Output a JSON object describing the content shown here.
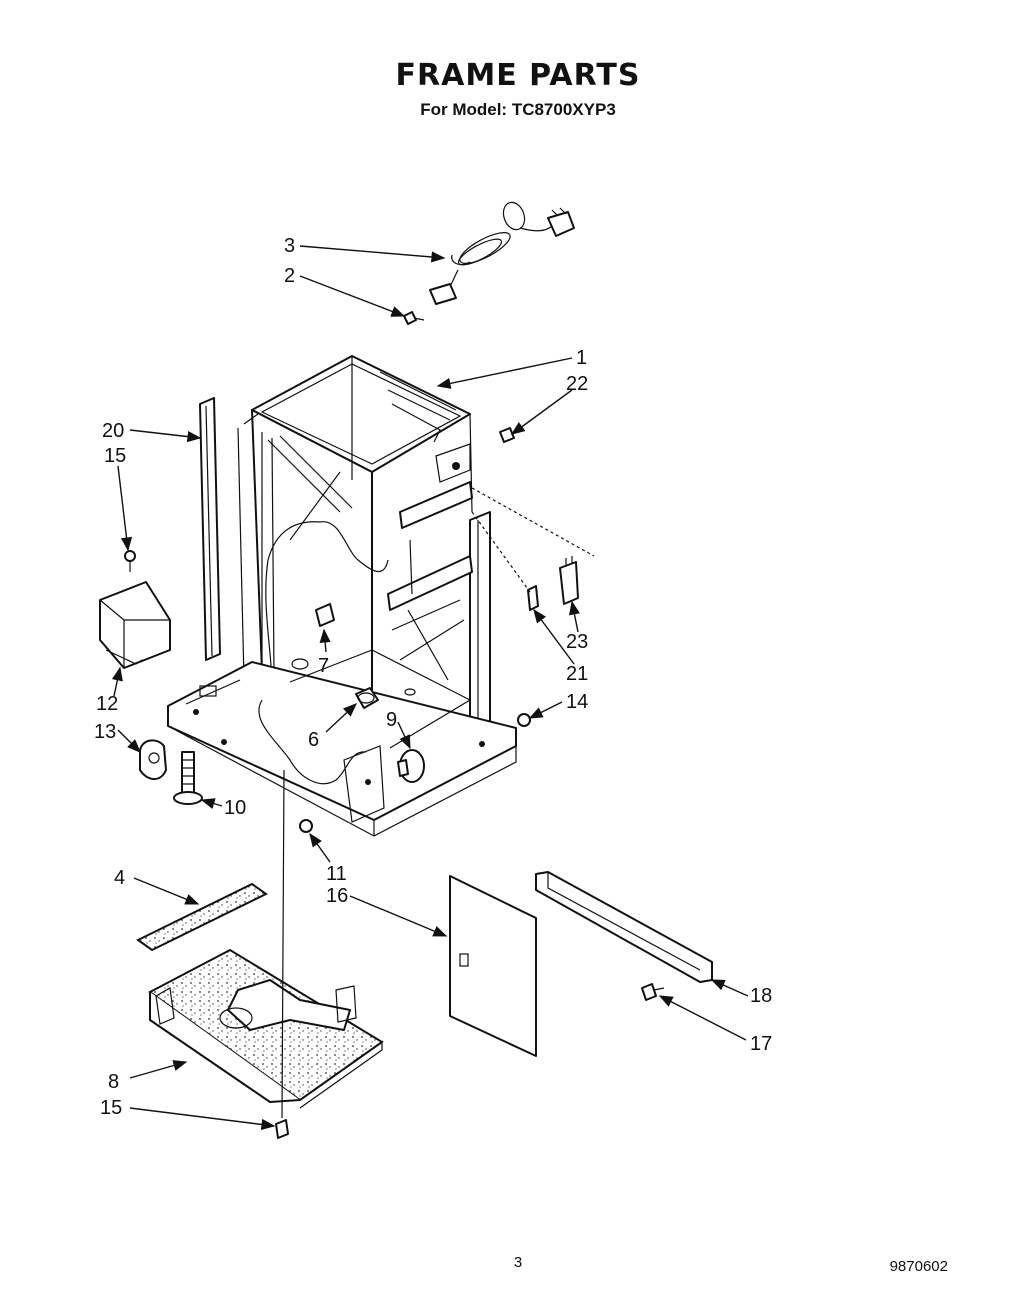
{
  "header": {
    "title": "FRAME PARTS",
    "subtitle": "For Model: TC8700XYP3"
  },
  "callouts": [
    {
      "id": "c3",
      "label": "3"
    },
    {
      "id": "c2",
      "label": "2"
    },
    {
      "id": "c1",
      "label": "1"
    },
    {
      "id": "c22",
      "label": "22"
    },
    {
      "id": "c20",
      "label": "20"
    },
    {
      "id": "c15a",
      "label": "15"
    },
    {
      "id": "c7",
      "label": "7"
    },
    {
      "id": "c23",
      "label": "23"
    },
    {
      "id": "c21",
      "label": "21"
    },
    {
      "id": "c12",
      "label": "12"
    },
    {
      "id": "c13",
      "label": "13"
    },
    {
      "id": "c14",
      "label": "14"
    },
    {
      "id": "c9",
      "label": "9"
    },
    {
      "id": "c6",
      "label": "6"
    },
    {
      "id": "c10",
      "label": "10"
    },
    {
      "id": "c11",
      "label": "11"
    },
    {
      "id": "c4",
      "label": "4"
    },
    {
      "id": "c16",
      "label": "16"
    },
    {
      "id": "c18",
      "label": "18"
    },
    {
      "id": "c17",
      "label": "17"
    },
    {
      "id": "c8",
      "label": "8"
    },
    {
      "id": "c15b",
      "label": "15"
    }
  ],
  "footer": {
    "page_number": "3",
    "document_number": "9870602"
  }
}
